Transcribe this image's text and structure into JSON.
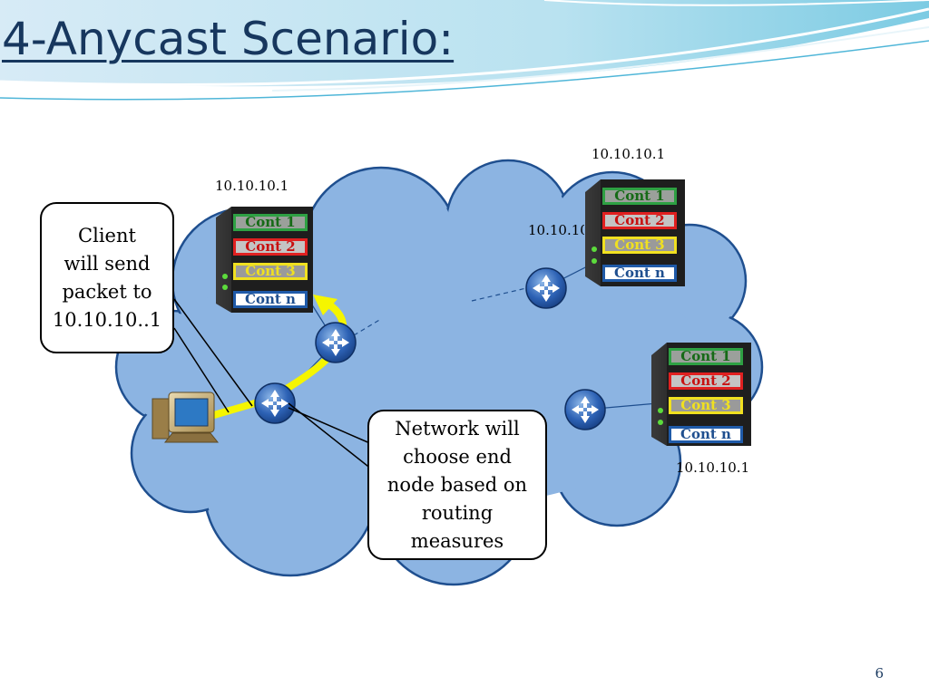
{
  "title": "4-Anycast Scenario:",
  "page_number": "6",
  "client_callout": [
    "Client",
    "will send",
    "packet to",
    "10.10.10..1"
  ],
  "network_callout": [
    "Network will",
    "choose end",
    "node based on",
    "routing",
    "measures"
  ],
  "ip_labels": {
    "server_left": "10.10.10.1",
    "server_top_right": "10.10.10.1",
    "server_mid": "10.10.10.1",
    "server_bottom_right": "10.10.10.1"
  },
  "container_labels": [
    "Cont 1",
    "Cont 2",
    "Cont 3",
    "Cont n"
  ],
  "colors": {
    "title": "#17375e",
    "cloud_fill": "#8cb4e2",
    "cloud_stroke": "#1f4f8f",
    "path_arrow": "#f5f500",
    "cont1": "#2ea043",
    "cont2": "#e02020",
    "cont3": "#f0e020",
    "contn": "#1f5aa8"
  },
  "icons": [
    "computer-icon",
    "router-icon",
    "server-icon"
  ]
}
